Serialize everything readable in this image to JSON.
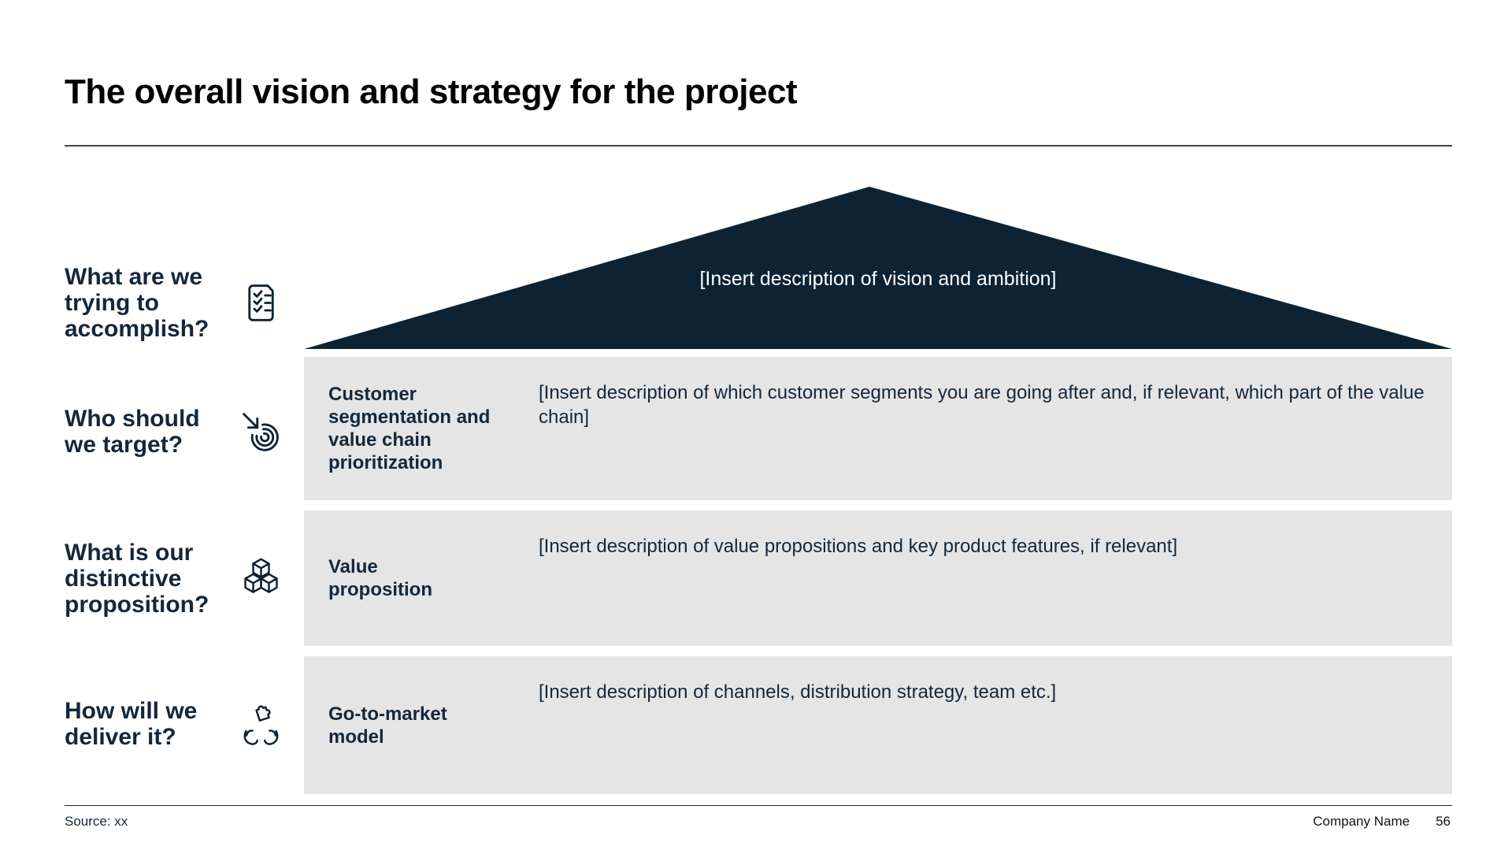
{
  "slide": {
    "title": "The overall vision and strategy for the project",
    "page_number": "56",
    "footer": {
      "source": "Source: xx",
      "company": "Company Name"
    }
  },
  "pyramid": {
    "text": "[Insert description of vision and ambition]"
  },
  "questions": [
    {
      "text": "What are we\ntrying to\naccomplish?",
      "icon": "checklist-document-icon"
    },
    {
      "text": "Who should\nwe target?",
      "icon": "target-arrow-icon"
    },
    {
      "text": "What is our\ndistinctive\nproposition?",
      "icon": "cubes-icon"
    },
    {
      "text": "How will we\ndeliver it?",
      "icon": "hands-puzzle-icon"
    }
  ],
  "rows": [
    {
      "label": "Customer\nsegmentation and\nvalue chain\nprioritization",
      "description": "[Insert description of which customer segments you are going after and, if relevant, which part of the value chain]"
    },
    {
      "label": "Value\nproposition",
      "description": "[Insert description of value propositions and key product features, if relevant]"
    },
    {
      "label": "Go-to-market\nmodel",
      "description": "[Insert description of channels, distribution strategy, team etc.]"
    }
  ],
  "colors": {
    "navy": "#0d2233",
    "text": "#14273a",
    "row_background": "#e5e5e5"
  }
}
